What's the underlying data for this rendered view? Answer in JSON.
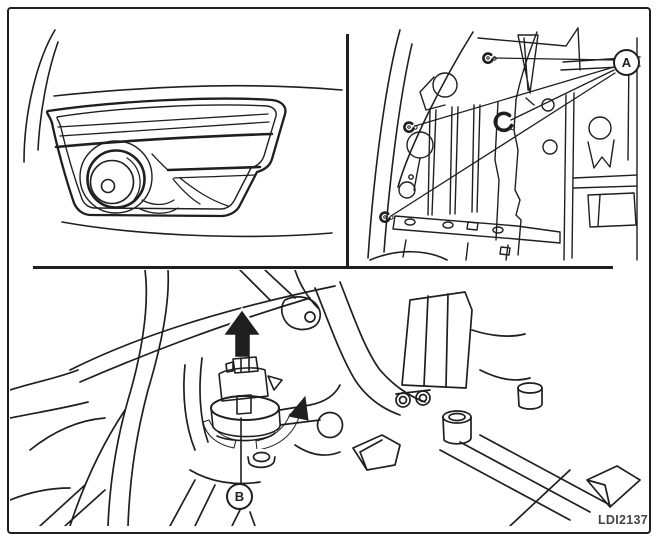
{
  "figure": {
    "code": "LDI2137",
    "callouts": {
      "a": "A",
      "b": "B"
    },
    "colors": {
      "line": "#1f1f1f",
      "background": "#ffffff",
      "code_text": "#43454a"
    },
    "icons": {
      "screw_marker": "screw-position-marker",
      "clip_marker": "retainer-clip-marker",
      "up_arrow": "pull-out-direction-arrow",
      "rotation_arrow": "turn-to-remove-arrow"
    }
  }
}
